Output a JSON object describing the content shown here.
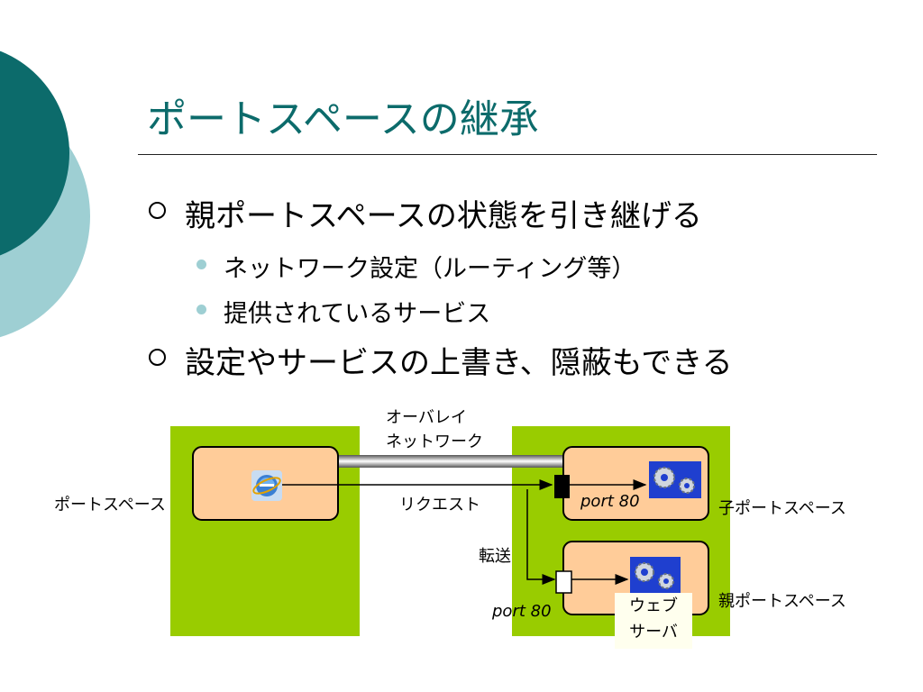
{
  "slide": {
    "title": "ポートスペースの継承",
    "bullets": [
      {
        "text": "親ポートスペースの状態を引き継げる",
        "sub": [
          "ネットワーク設定（ルーティング等）",
          "提供されているサービス"
        ]
      },
      {
        "text": "設定やサービスの上書き、隠蔽もできる",
        "sub": []
      }
    ]
  },
  "diagram": {
    "overlay_label_1": "オーバレイ",
    "overlay_label_2": "ネットワーク",
    "port_space_label": "ポートスペース",
    "request_label": "リクエスト",
    "transfer_label": "転送",
    "child_space_label": "子ポートスペース",
    "parent_space_label": "親ポートスペース",
    "child_port_label": "port 80",
    "parent_port_label": "port 80",
    "web_server_label_1": "ウェブ",
    "web_server_label_2": "サーバ",
    "icons": [
      "browser-icon",
      "gears-icon"
    ]
  },
  "colors": {
    "title": "#0c6b6b",
    "deco_dark": "#0c6b6b",
    "deco_light": "#9ecfd3",
    "green": "#99cc00",
    "box_fill": "#ffcc99",
    "label_bg": "#ffffee"
  }
}
